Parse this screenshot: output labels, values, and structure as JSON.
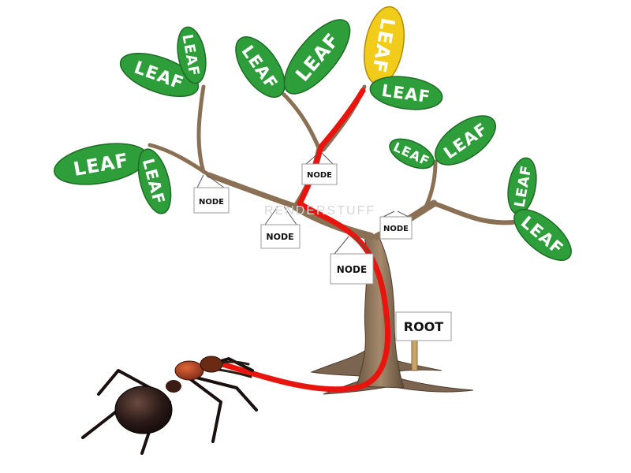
{
  "diagram": {
    "leaf_label": "LEAF",
    "node_label": "NODE",
    "root_label": "ROOT",
    "watermark": "RENDERSTUFF"
  },
  "colors": {
    "leaf": "#2e9e3a",
    "leaf_highlight": "#f2cc1a",
    "path": "#e8150f",
    "trunk": "#8a7156",
    "background": "#ffffff"
  },
  "icons": [
    "ant-icon",
    "tree-icon",
    "leaf-icon"
  ]
}
